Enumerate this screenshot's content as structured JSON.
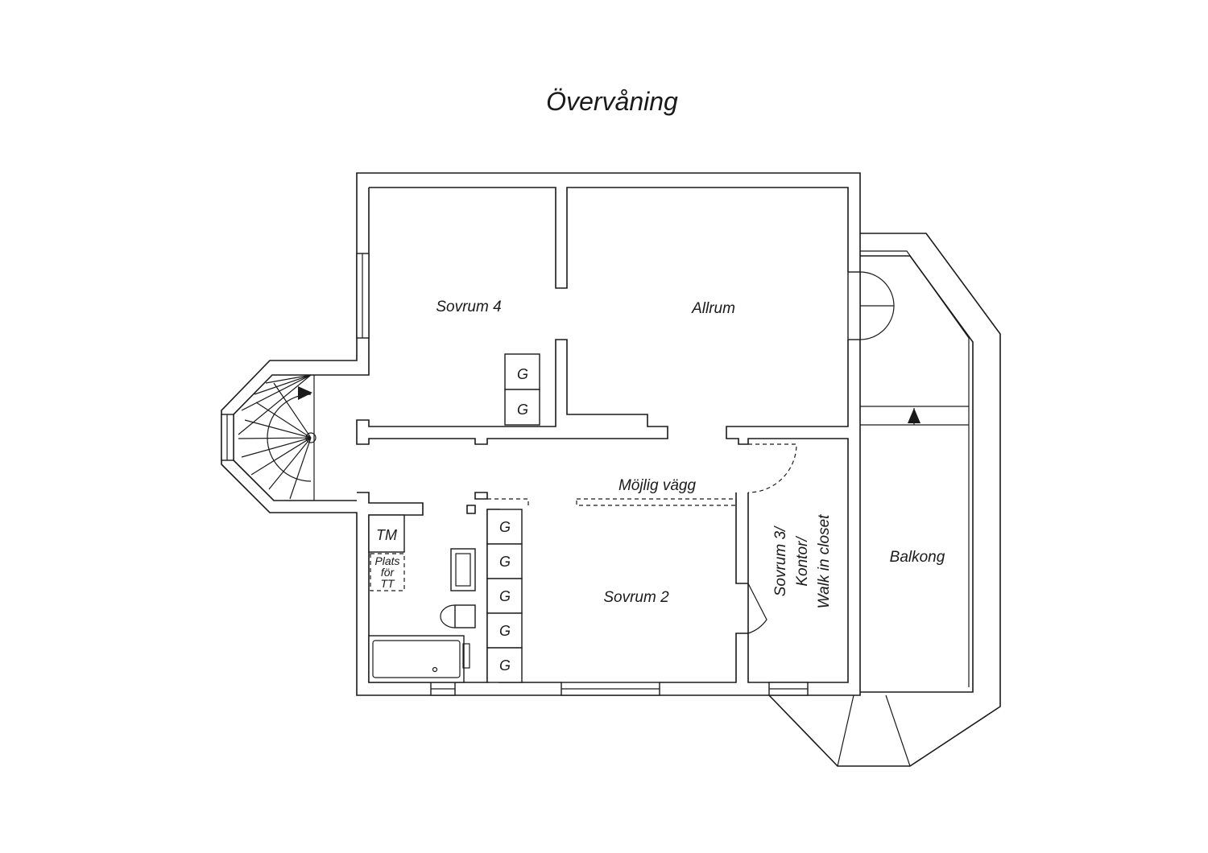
{
  "title": "Övervåning",
  "rooms": {
    "sovrum4": "Sovrum 4",
    "allrum": "Allrum",
    "mojlig_vagg": "Möjlig vägg",
    "sovrum2": "Sovrum 2",
    "sovrum3_line1": "Sovrum 3/",
    "sovrum3_line2": "Kontor/",
    "sovrum3_line3": "Walk in closet",
    "balkong": "Balkong"
  },
  "fixtures": {
    "tm": "TM",
    "plats_line1": "Plats",
    "plats_line2": "för",
    "plats_line3": "TT",
    "wardrobe": "G"
  }
}
